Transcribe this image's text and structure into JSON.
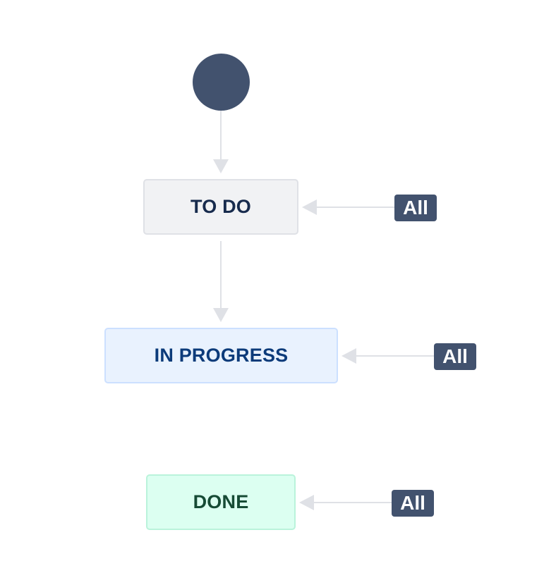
{
  "diagram": {
    "statuses": [
      {
        "id": "todo",
        "label": "TO DO"
      },
      {
        "id": "inprogress",
        "label": "IN PROGRESS"
      },
      {
        "id": "done",
        "label": "DONE"
      }
    ],
    "global_transition_label": "All",
    "colors": {
      "start_node": "#42526e",
      "connector": "#dfe1e6",
      "badge": "#42526e",
      "todo_bg": "#f1f2f4",
      "inprogress_bg": "#e9f2fe",
      "done_bg": "#dcfff1"
    }
  }
}
